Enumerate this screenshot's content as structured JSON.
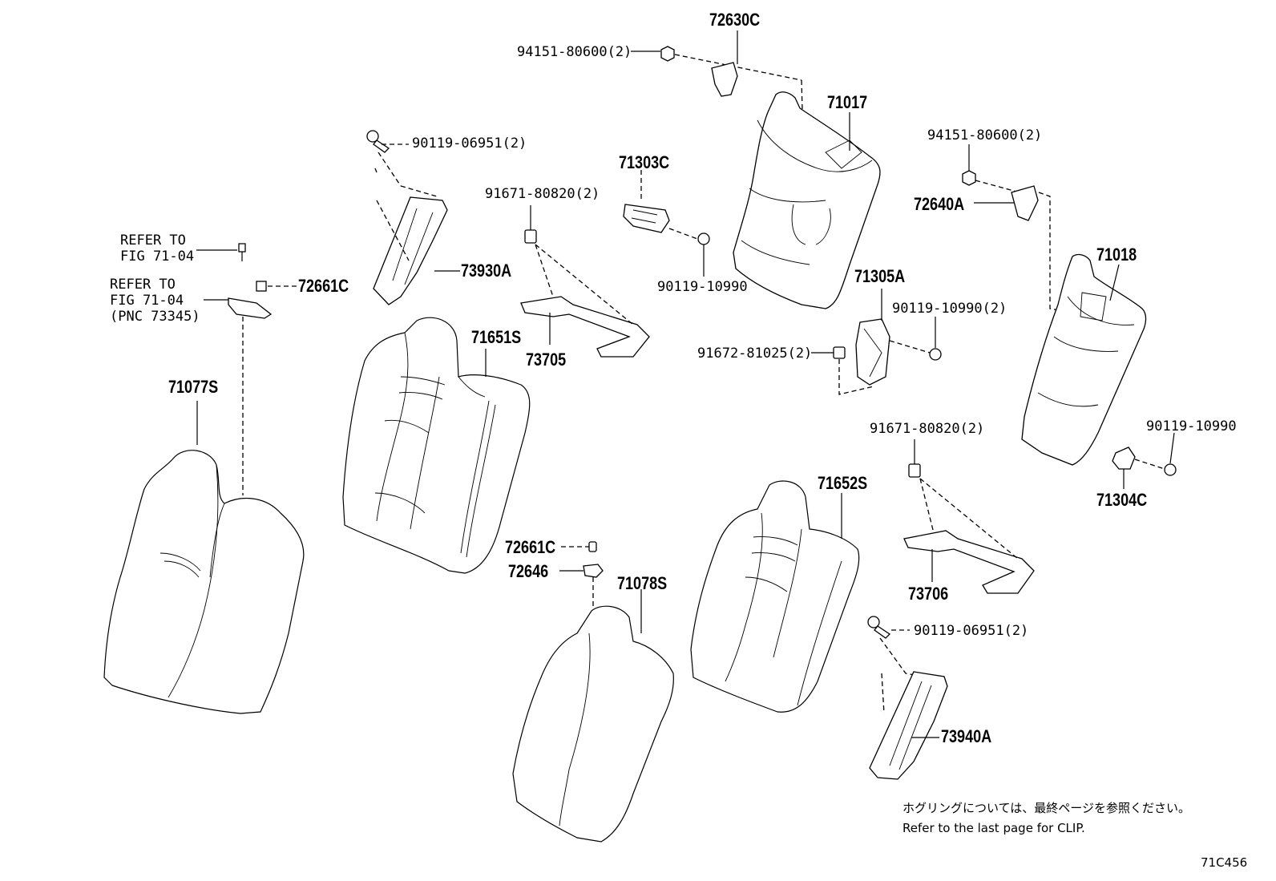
{
  "callouts": {
    "p72630C": "72630C",
    "p94151_top": "94151-80600(2)",
    "p71017": "71017",
    "p94151_right": "94151-80600(2)",
    "p72640A": "72640A",
    "p71018": "71018",
    "p90119_06951_top": "90119-06951(2)",
    "p71303C": "71303C",
    "p91671_top": "91671-80820(2)",
    "p90119_10990_mid": "90119-10990",
    "p73930A": "73930A",
    "p71305A": "71305A",
    "p90119_10990_2": "90119-10990(2)",
    "p91672": "91672-81025(2)",
    "p72661C_top": "72661C",
    "p71651S": "71651S",
    "p73705": "73705",
    "p71077S": "71077S",
    "p91671_bottom": "91671-80820(2)",
    "p90119_10990_right": "90119-10990",
    "p71304C": "71304C",
    "p71652S": "71652S",
    "p73706": "73706",
    "p72661C_bottom": "72661C",
    "p72646": "72646",
    "p71078S": "71078S",
    "p90119_06951_bottom": "90119-06951(2)",
    "p73940A": "73940A"
  },
  "refer_notes": {
    "refer1_line1": "REFER TO",
    "refer1_line2": "FIG 71-04",
    "refer2_line1": "REFER TO",
    "refer2_line2": "FIG 71-04",
    "refer2_line3": "(PNC 73345)"
  },
  "footer": {
    "clip_note_jp": "ホグリングについては、最終ページを参照ください。",
    "clip_note_en": "Refer to the last page for CLIP.",
    "figure_code": "71C456"
  }
}
